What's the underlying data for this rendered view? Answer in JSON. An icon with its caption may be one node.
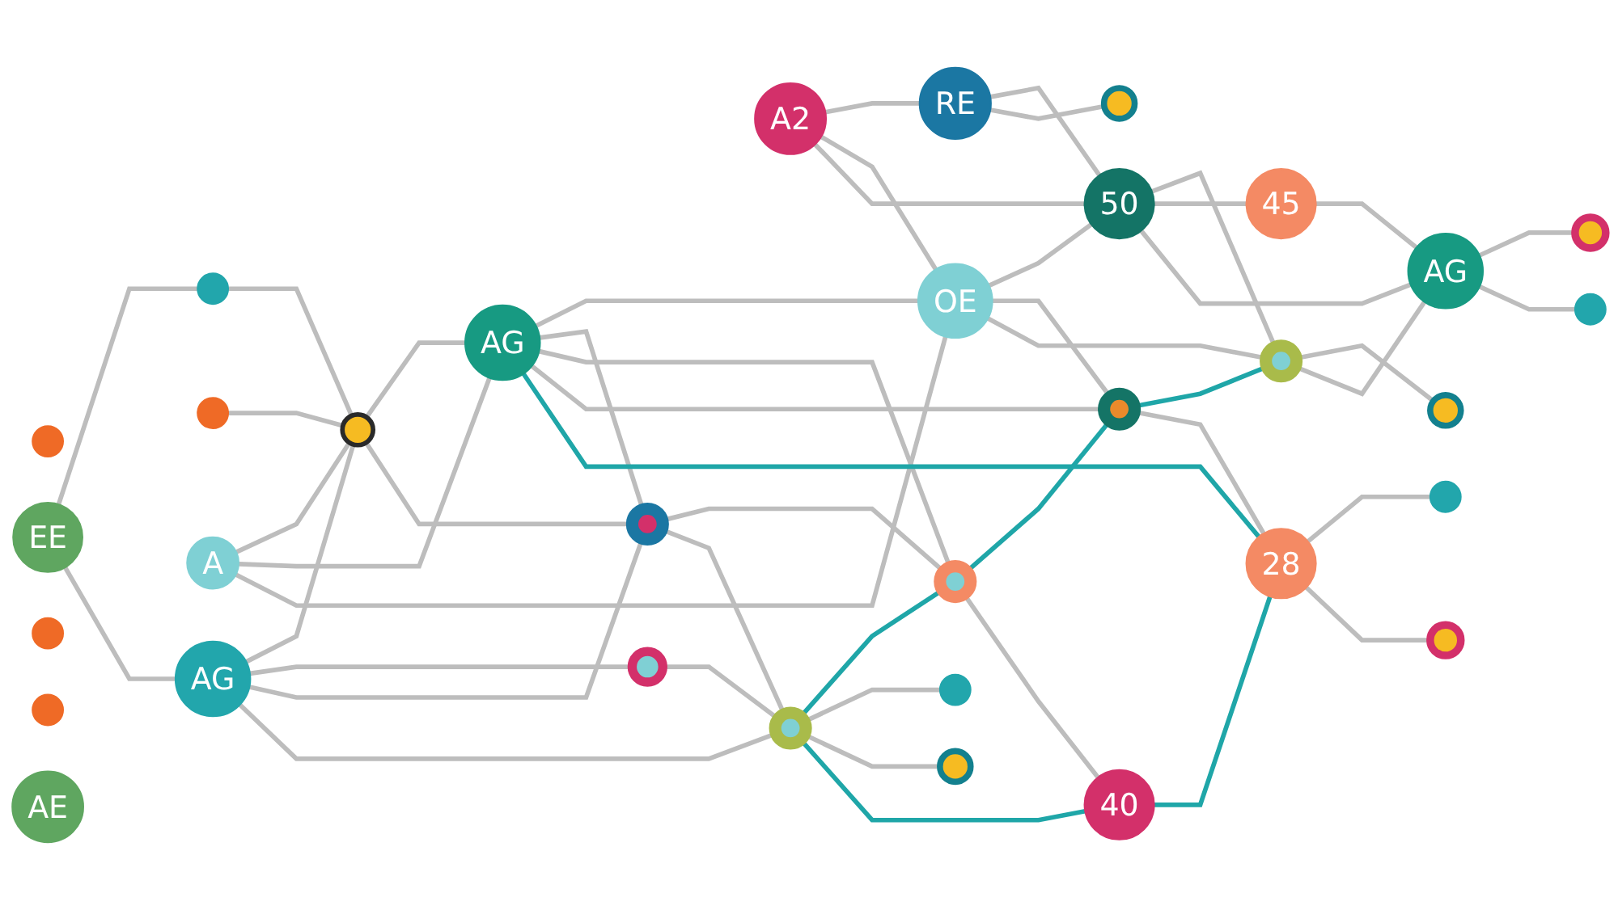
{
  "diagram": {
    "nodes": [
      {
        "text": [],
        "shape": "circle"
      },
      {
        "text": [],
        "shape": "circle"
      },
      {
        "text": [
          "A"
        ]
      },
      {
        "text": [],
        "shape": "circle"
      },
      {
        "text": [
          "A2"
        ]
      },
      {
        "text": [
          "RE"
        ]
      },
      {
        "text": [
          "EE"
        ]
      },
      {
        "text": [
          "AG"
        ]
      },
      {
        "text": [],
        "shape": "circle"
      },
      {
        "text": [
          "AG"
        ]
      },
      {
        "text": [
          "OE"
        ]
      },
      {
        "text": [
          "50"
        ]
      },
      {
        "text": [],
        "shape": "circle"
      },
      {
        "text": [],
        "shape": "circle"
      },
      {
        "text": [],
        "shape": "circle"
      },
      {
        "text": [],
        "shape": "circle"
      },
      {
        "text": [],
        "shape": "circle"
      },
      {
        "text": [],
        "shape": "circle"
      },
      {
        "text": [
          "45"
        ]
      },
      {
        "text": [],
        "shape": "circle"
      },
      {
        "text": [],
        "shape": "circle"
      },
      {
        "text": [
          "28"
        ]
      },
      {
        "text": [],
        "shape": "circle"
      },
      {
        "text": [],
        "shape": "circle"
      },
      {
        "text": [
          "AG"
        ]
      },
      {
        "text": [],
        "shape": "circle"
      },
      {
        "text": [],
        "shape": "circle"
      },
      {
        "text": [],
        "shape": "circle"
      },
      {
        "text": [
          "40"
        ]
      },
      {
        "text": [],
        "shape": "circle"
      },
      {
        "text": [],
        "shape": "circle"
      },
      {
        "text": [
          "AE"
        ]
      },
      {
        "text": [],
        "shape": "circle"
      }
    ],
    "edges": [
      {
        "from": 6,
        "to": 0,
        "arrow": "none"
      },
      {
        "from": 0,
        "to": 8,
        "arrow": "none"
      },
      {
        "from": 1,
        "to": 8,
        "arrow": "none"
      },
      {
        "from": 2,
        "to": 8,
        "arrow": "none"
      },
      {
        "from": 2,
        "to": 9,
        "arrow": "none"
      },
      {
        "from": 2,
        "to": 10,
        "arrow": "none"
      },
      {
        "from": 4,
        "to": 5,
        "arrow": "none"
      },
      {
        "from": 4,
        "to": 10,
        "arrow": "none"
      },
      {
        "from": 4,
        "to": 11,
        "arrow": "none"
      },
      {
        "from": 5,
        "to": 11,
        "arrow": "none"
      },
      {
        "from": 5,
        "to": 12,
        "arrow": "none"
      },
      {
        "from": 6,
        "to": 7,
        "arrow": "none"
      },
      {
        "from": 7,
        "to": 8,
        "arrow": "none"
      },
      {
        "from": 7,
        "to": 13,
        "arrow": "none"
      },
      {
        "from": 7,
        "to": 14,
        "arrow": "none"
      },
      {
        "from": 7,
        "to": 20,
        "arrow": "none"
      },
      {
        "from": 8,
        "to": 9,
        "arrow": "none"
      },
      {
        "from": 8,
        "to": 14,
        "arrow": "none"
      },
      {
        "from": 9,
        "to": 10,
        "arrow": "none"
      },
      {
        "from": 9,
        "to": 14,
        "arrow": "none"
      },
      {
        "from": 9,
        "to": 15,
        "arrow": "none"
      },
      {
        "from": 9,
        "to": 16,
        "arrow": "none"
      },
      {
        "from": 9,
        "to": 21,
        "arrow": "none",
        "color": "#1fa6a8"
      },
      {
        "from": 10,
        "to": 11,
        "arrow": "none"
      },
      {
        "from": 10,
        "to": 16,
        "arrow": "none"
      },
      {
        "from": 10,
        "to": 17,
        "arrow": "none"
      },
      {
        "from": 11,
        "to": 17,
        "arrow": "none"
      },
      {
        "from": 11,
        "to": 18,
        "arrow": "none"
      },
      {
        "from": 11,
        "to": 24,
        "arrow": "none"
      },
      {
        "from": 13,
        "to": 20,
        "arrow": "none"
      },
      {
        "from": 14,
        "to": 15,
        "arrow": "none"
      },
      {
        "from": 14,
        "to": 20,
        "arrow": "none"
      },
      {
        "from": 15,
        "to": 16,
        "arrow": "none",
        "color": "#1fa6a8"
      },
      {
        "from": 20,
        "to": 15,
        "arrow": "none",
        "color": "#1fa6a8"
      },
      {
        "from": 15,
        "to": 28,
        "arrow": "none"
      },
      {
        "from": 16,
        "to": 17,
        "arrow": "none",
        "color": "#1fa6a8"
      },
      {
        "from": 16,
        "to": 21,
        "arrow": "none"
      },
      {
        "from": 17,
        "to": 23,
        "arrow": "none"
      },
      {
        "from": 17,
        "to": 24,
        "arrow": "none"
      },
      {
        "from": 18,
        "to": 24,
        "arrow": "none"
      },
      {
        "from": 20,
        "to": 26,
        "arrow": "none"
      },
      {
        "from": 20,
        "to": 27,
        "arrow": "none"
      },
      {
        "from": 20,
        "to": 28,
        "arrow": "none",
        "color": "#1fa6a8"
      },
      {
        "from": 28,
        "to": 21,
        "arrow": "none",
        "color": "#1fa6a8"
      },
      {
        "from": 21,
        "to": 29,
        "arrow": "none"
      },
      {
        "from": 21,
        "to": 30,
        "arrow": "none"
      },
      {
        "from": 24,
        "to": 25,
        "arrow": "none"
      },
      {
        "from": 24,
        "to": 32,
        "arrow": "none"
      }
    ]
  }
}
